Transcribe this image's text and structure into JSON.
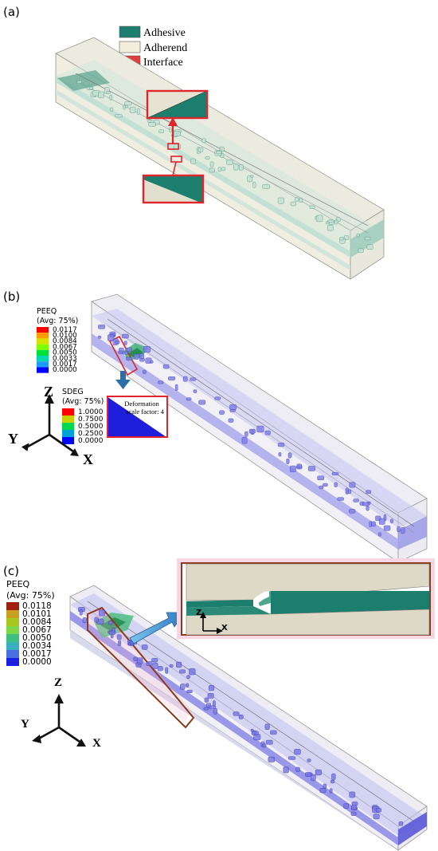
{
  "panels": {
    "a": {
      "label": "(a)",
      "legend": [
        {
          "label": "Adhesive",
          "color": "#1c7f6e"
        },
        {
          "label": "Adherend",
          "color": "#f1efdc"
        },
        {
          "label": "Interface",
          "color": "#e23c3c"
        }
      ]
    },
    "b": {
      "label": "(b)",
      "peeq": {
        "title": "PEEQ",
        "avg": "(Avg: 75%)",
        "ticks": [
          "0.0117",
          "0.0100",
          "0.0084",
          "0.0067",
          "0.0050",
          "0.0033",
          "0.0017",
          "0.0000"
        ]
      },
      "sdeg": {
        "title": "SDEG",
        "avg": "(Avg: 75%)",
        "ticks": [
          "1.0000",
          "0.7500",
          "0.5000",
          "0.2500",
          "0.0000"
        ]
      },
      "inset": {
        "line1": "Deformation",
        "line2": "scale factor: 4"
      },
      "axes": {
        "z": "Z",
        "y": "Y",
        "x": "X"
      }
    },
    "c": {
      "label": "(c)",
      "peeq": {
        "title": "PEEQ",
        "avg": "(Avg: 75%)",
        "ticks": [
          "0.0118",
          "0.0101",
          "0.0084",
          "0.0067",
          "0.0050",
          "0.0034",
          "0.0017",
          "0.0000"
        ]
      },
      "axes": {
        "z": "Z",
        "y": "Y",
        "x": "X"
      },
      "inset_axes": {
        "z": "Z",
        "x": "X"
      }
    }
  },
  "colors": {
    "adhesive": "#1c7f6e",
    "adherend": "#f1efdc",
    "interface": "#e23c3c",
    "transparent_blue": "#8080f0",
    "frame_brown": "#8b3a1e",
    "arrow_blue": "#3a8fd0"
  }
}
